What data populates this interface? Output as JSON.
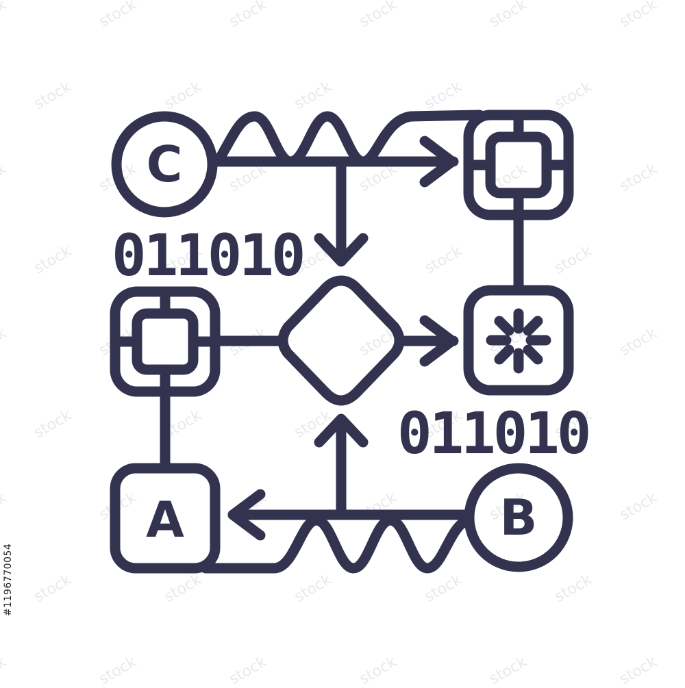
{
  "colors": {
    "ink": "#333350",
    "background": "#ffffff",
    "watermark": "#e9e9ee"
  },
  "nodes": {
    "c": {
      "label": "C",
      "shape": "circle"
    },
    "b": {
      "label": "B",
      "shape": "circle"
    },
    "a": {
      "label": "A",
      "shape": "rounded-square"
    }
  },
  "binary_top": "011010",
  "binary_right": "011010",
  "icons": [
    "processor-chip-icon",
    "processor-chip-icon",
    "loading-spinner-icon",
    "decision-diamond"
  ],
  "stock_id": "#1196770054",
  "watermark_text": "stock"
}
